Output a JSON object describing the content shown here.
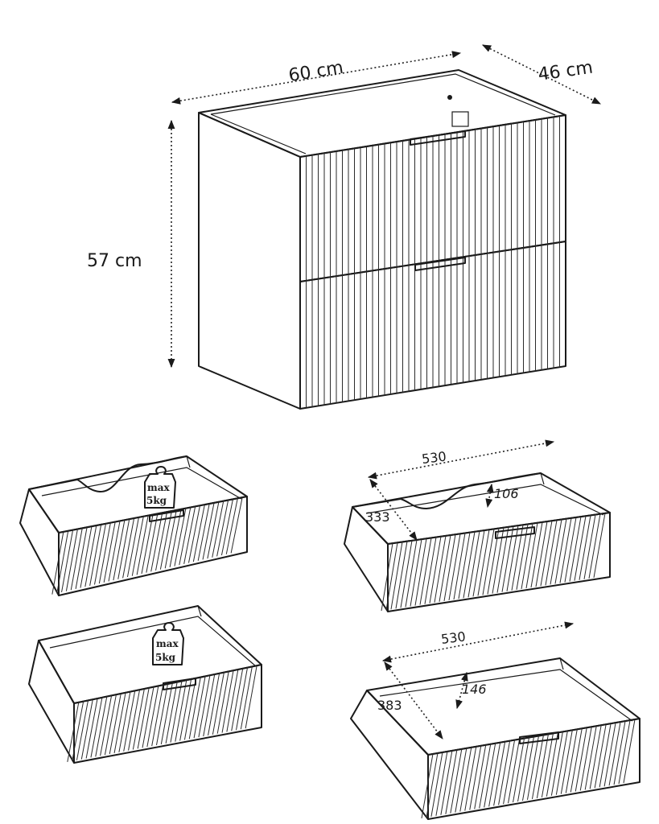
{
  "cabinet": {
    "width_label": "60 cm",
    "depth_label": "46 cm",
    "height_label": "57 cm"
  },
  "drawers": {
    "weight_max_label": "max",
    "weight_value_label": "5kg",
    "top_drawer": {
      "width_label": "530",
      "depth_label": "333",
      "height_label": "106"
    },
    "bottom_drawer": {
      "width_label": "530",
      "depth_label": "383",
      "height_label": "146"
    }
  },
  "colors": {
    "line": "#1a1a1a",
    "background": "#ffffff"
  }
}
